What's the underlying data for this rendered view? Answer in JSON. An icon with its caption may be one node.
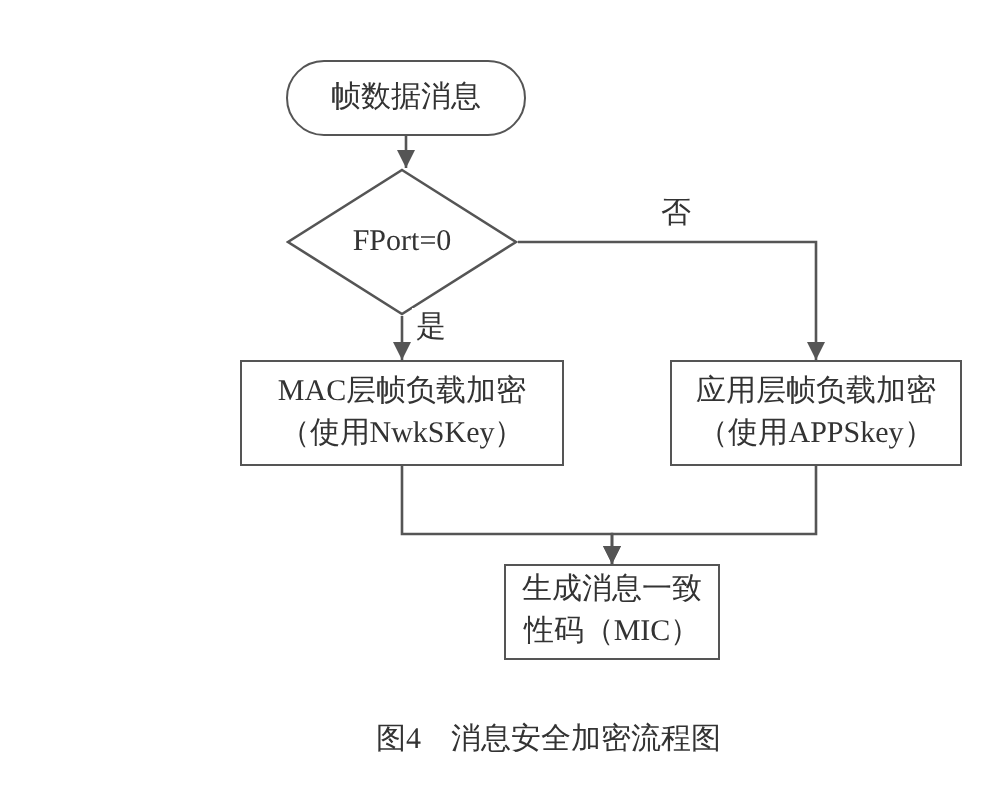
{
  "diagram": {
    "caption": "图4　消息安全加密流程图",
    "nodes": [
      {
        "text": [
          "帧数据消息"
        ]
      },
      {
        "text": [
          "FPort=0"
        ]
      },
      {
        "text": [
          "MAC层帧负载加密（使用NwkSKey）"
        ]
      },
      {
        "text": [
          "应用层帧负载加密（使用APPSkey）"
        ]
      },
      {
        "text": [
          "生成消息一致性码（MIC）"
        ]
      }
    ],
    "edges": [
      {
        "from": 0,
        "to": 1,
        "arrow": "to"
      },
      {
        "from": 1,
        "to": 2,
        "arrow": "to",
        "label": "是"
      },
      {
        "from": 1,
        "to": 3,
        "arrow": "to",
        "label": "否"
      },
      {
        "from": 2,
        "to": 4,
        "arrow": "to"
      },
      {
        "from": 3,
        "to": 4,
        "arrow": "to"
      }
    ]
  }
}
